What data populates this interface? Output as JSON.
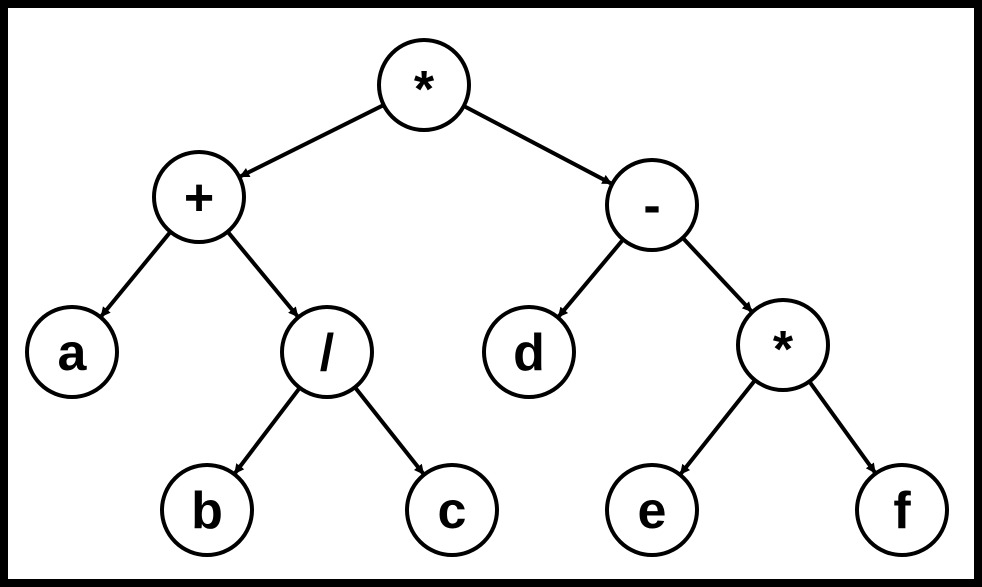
{
  "colors": {
    "background": "#ffffff",
    "frame": "#000000",
    "stroke": "#000000"
  },
  "tree": {
    "nodes": [
      {
        "id": "root",
        "label": "*"
      },
      {
        "id": "plus",
        "label": "+"
      },
      {
        "id": "minus",
        "label": "-"
      },
      {
        "id": "a",
        "label": "a"
      },
      {
        "id": "divide",
        "label": "/"
      },
      {
        "id": "d",
        "label": "d"
      },
      {
        "id": "times",
        "label": "*"
      },
      {
        "id": "b",
        "label": "b"
      },
      {
        "id": "c",
        "label": "c"
      },
      {
        "id": "e",
        "label": "e"
      },
      {
        "id": "f",
        "label": "f"
      }
    ],
    "edges": [
      {
        "from": "root",
        "to": "plus"
      },
      {
        "from": "root",
        "to": "minus"
      },
      {
        "from": "plus",
        "to": "a"
      },
      {
        "from": "plus",
        "to": "divide"
      },
      {
        "from": "divide",
        "to": "b"
      },
      {
        "from": "divide",
        "to": "c"
      },
      {
        "from": "minus",
        "to": "d"
      },
      {
        "from": "minus",
        "to": "times"
      },
      {
        "from": "times",
        "to": "e"
      },
      {
        "from": "times",
        "to": "f"
      }
    ]
  }
}
